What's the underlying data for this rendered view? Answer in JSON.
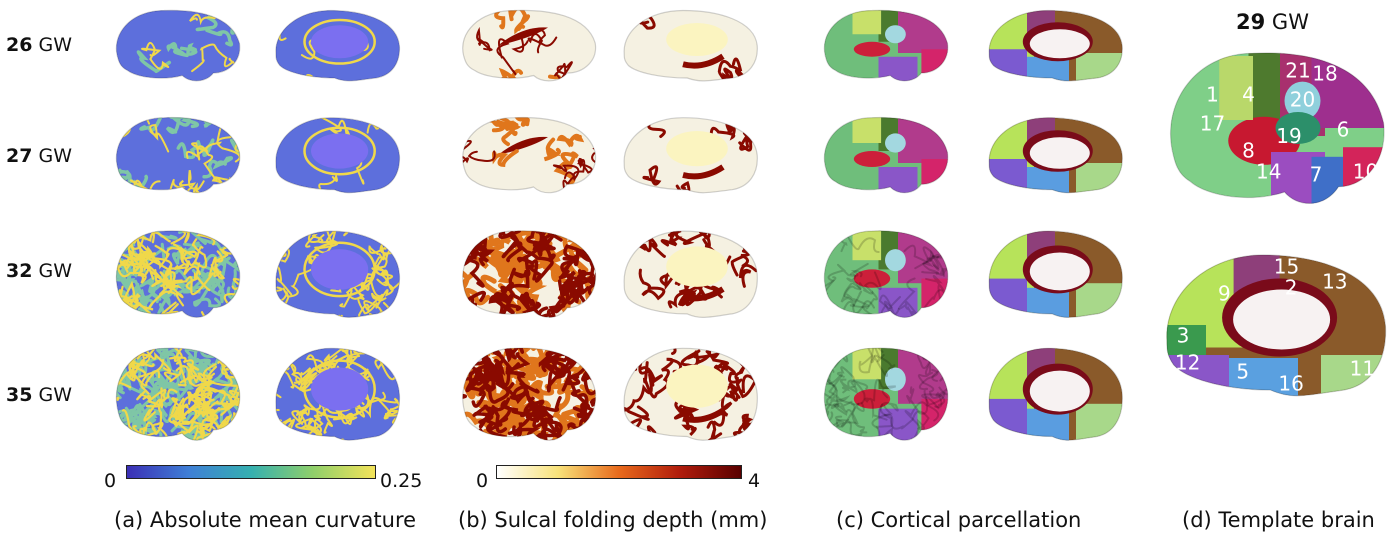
{
  "rows": [
    {
      "week": "26",
      "unit": "GW"
    },
    {
      "week": "27",
      "unit": "GW"
    },
    {
      "week": "32",
      "unit": "GW"
    },
    {
      "week": "35",
      "unit": "GW"
    }
  ],
  "panels": [
    {
      "caption": "(a) Absolute mean curvature"
    },
    {
      "caption": "(b) Sulcal folding depth (mm)"
    },
    {
      "caption": "(c) Cortical parcellation"
    },
    {
      "caption": "(d) Template brain"
    }
  ],
  "colorbars": {
    "curvature": {
      "min": "0",
      "max": "0.25",
      "colors": [
        "#3b2fb5",
        "#3f7fd6",
        "#35b0b0",
        "#8fcf6a",
        "#f3e35a"
      ]
    },
    "depth": {
      "min": "0",
      "max": "4",
      "colors": [
        "#ffffff",
        "#f8e27a",
        "#e86a1c",
        "#b01c0c",
        "#5a0000"
      ]
    }
  },
  "template": {
    "week": "29",
    "unit": "GW",
    "lateral_labels": [
      "1",
      "4",
      "21",
      "18",
      "20",
      "17",
      "6",
      "8",
      "19",
      "14",
      "7",
      "10"
    ],
    "medial_labels": [
      "15",
      "9",
      "2",
      "13",
      "3",
      "12",
      "5",
      "16",
      "11"
    ]
  },
  "colors": {
    "curv_base": "#5d6fdc",
    "curv_ridge": "#f0d84a",
    "curv_mid": "#7fc6a6",
    "depth_base": "#f5f1e2",
    "depth_deep": "#8a0a00",
    "depth_mid": "#e0761c"
  }
}
